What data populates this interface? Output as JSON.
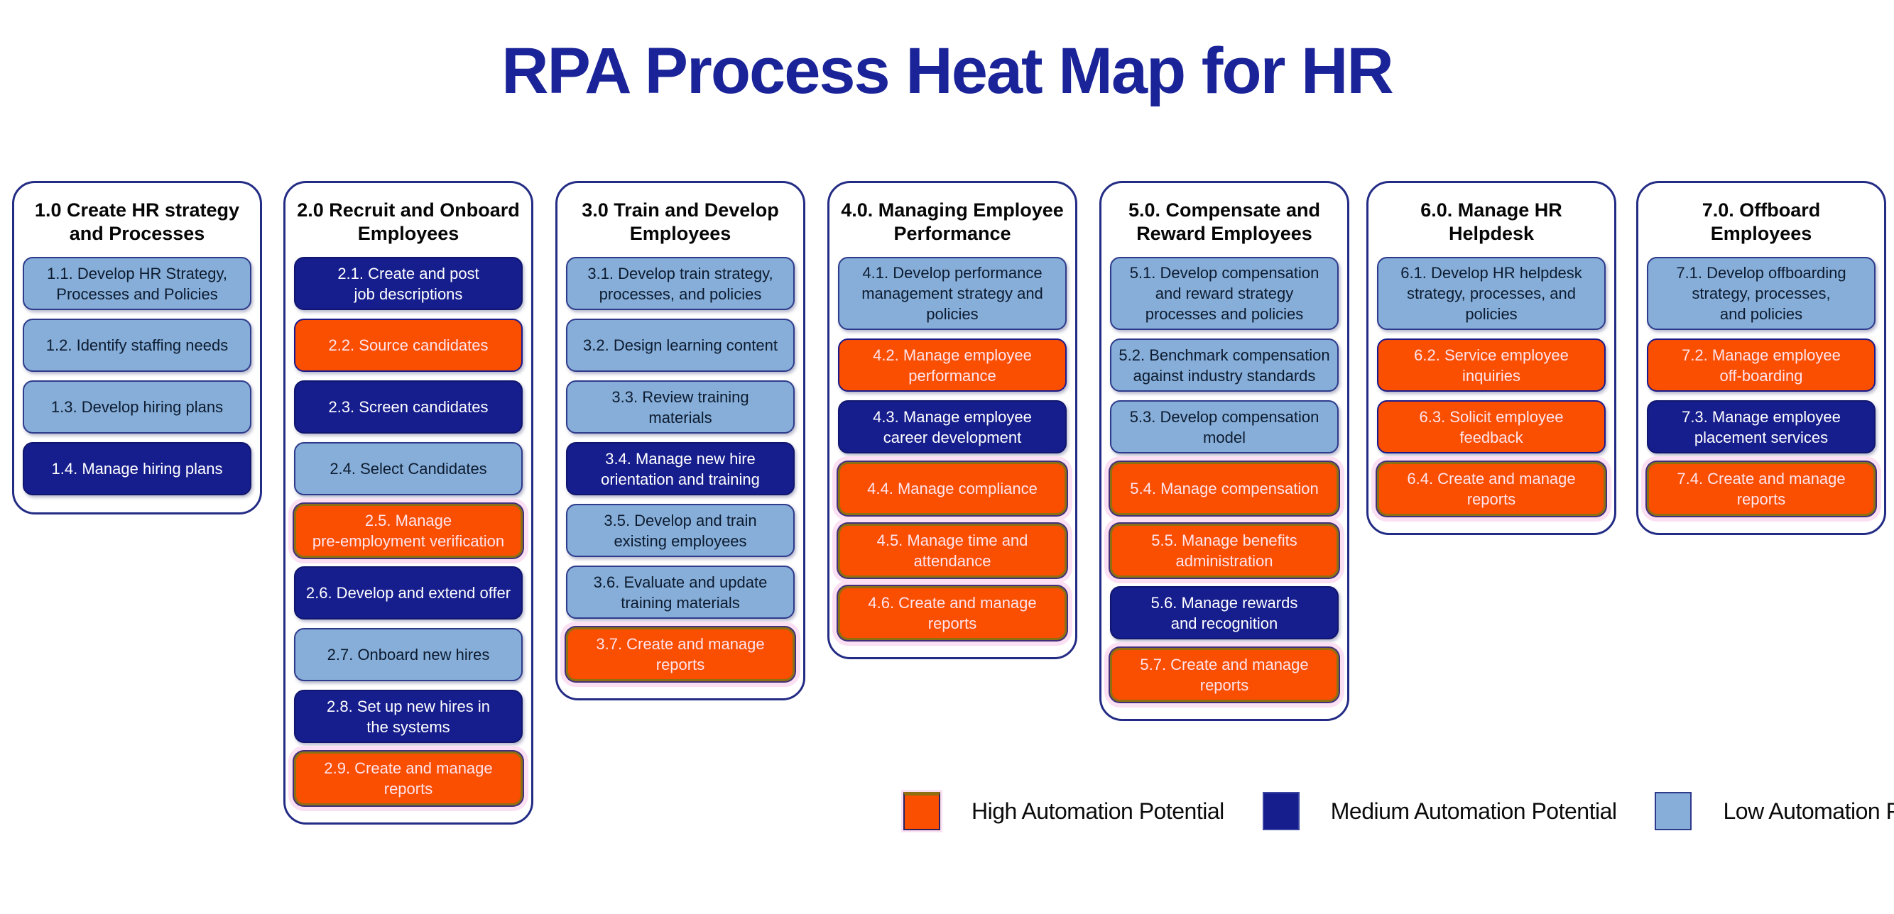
{
  "title": "RPA Process Heat Map for HR",
  "colors": {
    "high": "#FA4E01",
    "medium": "#161D8D",
    "low": "#86AED8",
    "title_text": "#1A2398",
    "container_border": "#232C85",
    "glow_highlight": "#FBDFF2",
    "glow_border": "#8E6F12"
  },
  "columns": [
    {
      "title": "1.0 Create HR strategy\nand Processes",
      "items": [
        {
          "label": "1.1. Develop HR Strategy,\nProcesses and Policies",
          "level": "low",
          "glow": false
        },
        {
          "label": "1.2. Identify staffing needs",
          "level": "low",
          "glow": false
        },
        {
          "label": "1.3. Develop hiring plans",
          "level": "low",
          "glow": false
        },
        {
          "label": "1.4. Manage hiring plans",
          "level": "medium",
          "glow": false
        }
      ]
    },
    {
      "title": "2.0 Recruit and Onboard\nEmployees",
      "items": [
        {
          "label": "2.1. Create and post\njob descriptions",
          "level": "medium",
          "glow": false
        },
        {
          "label": "2.2. Source candidates",
          "level": "high",
          "glow": false
        },
        {
          "label": "2.3. Screen candidates",
          "level": "medium",
          "glow": false
        },
        {
          "label": "2.4. Select Candidates",
          "level": "low",
          "glow": false
        },
        {
          "label": "2.5. Manage\npre-employment verification",
          "level": "high",
          "glow": true
        },
        {
          "label": "2.6. Develop and extend offer",
          "level": "medium",
          "glow": false
        },
        {
          "label": "2.7. Onboard new hires",
          "level": "low",
          "glow": false
        },
        {
          "label": "2.8. Set up new hires in\nthe systems",
          "level": "medium",
          "glow": false
        },
        {
          "label": "2.9. Create and manage\nreports",
          "level": "high",
          "glow": true
        }
      ]
    },
    {
      "title": "3.0 Train and Develop\nEmployees",
      "items": [
        {
          "label": "3.1. Develop train strategy,\nprocesses, and policies",
          "level": "low",
          "glow": false
        },
        {
          "label": "3.2. Design learning content",
          "level": "low",
          "glow": false
        },
        {
          "label": "3.3. Review training\nmaterials",
          "level": "low",
          "glow": false
        },
        {
          "label": "3.4. Manage new hire\norientation and training",
          "level": "medium",
          "glow": false
        },
        {
          "label": "3.5. Develop and train\nexisting employees",
          "level": "low",
          "glow": false
        },
        {
          "label": "3.6. Evaluate and update\ntraining materials",
          "level": "low",
          "glow": false
        },
        {
          "label": "3.7. Create and manage\nreports",
          "level": "high",
          "glow": true
        }
      ]
    },
    {
      "title": "4.0. Managing Employee\nPerformance",
      "items": [
        {
          "label": "4.1. Develop performance\nmanagement strategy and\npolicies",
          "level": "low",
          "glow": false
        },
        {
          "label": "4.2. Manage employee\nperformance",
          "level": "high",
          "glow": false
        },
        {
          "label": "4.3. Manage employee\ncareer development",
          "level": "medium",
          "glow": false
        },
        {
          "label": "4.4. Manage compliance",
          "level": "high",
          "glow": true
        },
        {
          "label": "4.5. Manage time and\nattendance",
          "level": "high",
          "glow": true
        },
        {
          "label": "4.6. Create and manage\nreports",
          "level": "high",
          "glow": true
        }
      ]
    },
    {
      "title": "5.0. Compensate and\nReward Employees",
      "items": [
        {
          "label": "5.1. Develop compensation\nand reward strategy\nprocesses and policies",
          "level": "low",
          "glow": false
        },
        {
          "label": "5.2. Benchmark compensation\nagainst industry standards",
          "level": "low",
          "glow": false
        },
        {
          "label": "5.3. Develop compensation\nmodel",
          "level": "low",
          "glow": false
        },
        {
          "label": "5.4. Manage compensation",
          "level": "high",
          "glow": true
        },
        {
          "label": "5.5. Manage benefits\nadministration",
          "level": "high",
          "glow": true
        },
        {
          "label": "5.6. Manage rewards\nand recognition",
          "level": "medium",
          "glow": false
        },
        {
          "label": "5.7. Create and manage\nreports",
          "level": "high",
          "glow": true
        }
      ]
    },
    {
      "title": "6.0. Manage HR\nHelpdesk",
      "items": [
        {
          "label": "6.1. Develop HR helpdesk\nstrategy, processes, and\npolicies",
          "level": "low",
          "glow": false
        },
        {
          "label": "6.2. Service employee\ninquiries",
          "level": "high",
          "glow": false
        },
        {
          "label": "6.3. Solicit employee\nfeedback",
          "level": "high",
          "glow": false
        },
        {
          "label": "6.4. Create and manage\nreports",
          "level": "high",
          "glow": true
        }
      ]
    },
    {
      "title": "7.0. Offboard\nEmployees",
      "items": [
        {
          "label": "7.1. Develop offboarding\nstrategy, processes,\nand policies",
          "level": "low",
          "glow": false
        },
        {
          "label": "7.2. Manage employee\noff-boarding",
          "level": "high",
          "glow": false
        },
        {
          "label": "7.3. Manage employee\nplacement services",
          "level": "medium",
          "glow": false
        },
        {
          "label": "7.4. Create and manage\nreports",
          "level": "high",
          "glow": true
        }
      ]
    }
  ],
  "legend": {
    "items": [
      {
        "label": "High Automation Potential",
        "level": "high"
      },
      {
        "label": "Medium Automation Potential",
        "level": "medium"
      },
      {
        "label": "Low Automation Potential",
        "level": "low"
      }
    ]
  }
}
